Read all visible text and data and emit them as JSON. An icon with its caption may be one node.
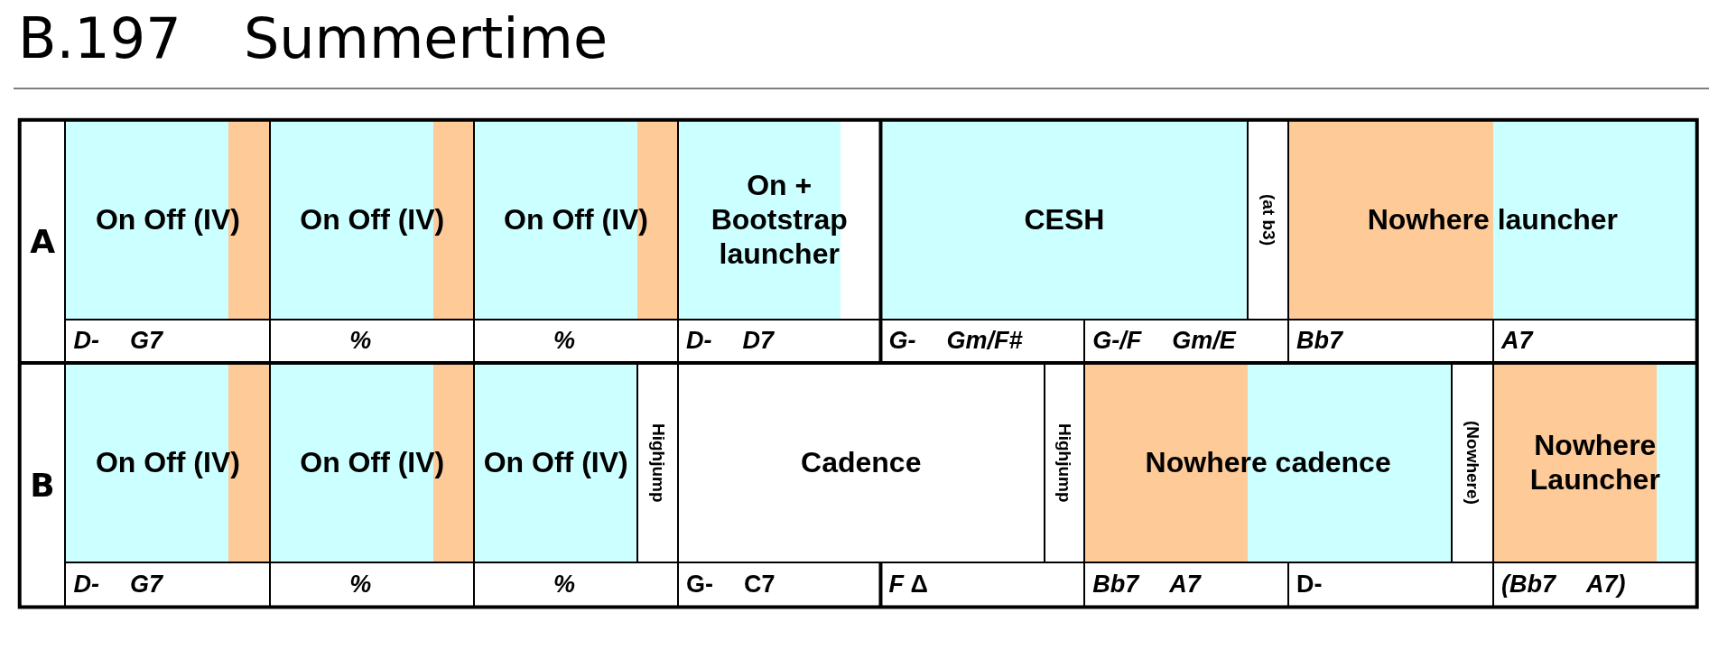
{
  "diagram": {
    "title": "B.197 Summertime",
    "nodes": [
      {
        "text": [
          "A"
        ]
      },
      {
        "text": [
          "On Off (IV)"
        ]
      },
      {
        "text": [
          "On Off (IV)"
        ]
      },
      {
        "text": [
          "On Off (IV)"
        ]
      },
      {
        "text": [
          "On + Bootstrap launcher"
        ]
      },
      {
        "text": [
          "CESH"
        ]
      },
      {
        "text": [
          "(at b3)"
        ]
      },
      {
        "text": [
          "Nowhere launcher"
        ]
      },
      {
        "text": [
          "D-",
          "G7"
        ]
      },
      {
        "text": [
          "%"
        ]
      },
      {
        "text": [
          "%"
        ]
      },
      {
        "text": [
          "D-",
          "D7"
        ]
      },
      {
        "text": [
          "G-",
          "Gm/F#"
        ]
      },
      {
        "text": [
          "G-/F",
          "Gm/E"
        ]
      },
      {
        "text": [
          "Bb7"
        ]
      },
      {
        "text": [
          "A7"
        ]
      },
      {
        "text": [
          "B"
        ]
      },
      {
        "text": [
          "On Off (IV)"
        ]
      },
      {
        "text": [
          "On Off (IV)"
        ]
      },
      {
        "text": [
          "On Off (IV)"
        ]
      },
      {
        "text": [
          "Highjump"
        ]
      },
      {
        "text": [
          "Cadence"
        ]
      },
      {
        "text": [
          "Highjump"
        ]
      },
      {
        "text": [
          "Nowhere cadence"
        ]
      },
      {
        "text": [
          "(Nowhere)"
        ]
      },
      {
        "text": [
          "Nowhere Launcher"
        ]
      },
      {
        "text": [
          "D-",
          "G7"
        ]
      },
      {
        "text": [
          "%"
        ]
      },
      {
        "text": [
          "%"
        ]
      },
      {
        "text": [
          "G-",
          "C7"
        ]
      },
      {
        "text": [
          "*F* Δ"
        ]
      },
      {
        "text": [
          "Bb7",
          "A7"
        ]
      },
      {
        "text": [
          "D-"
        ]
      },
      {
        "text": [
          "(Bb7",
          "A7)"
        ]
      }
    ]
  }
}
